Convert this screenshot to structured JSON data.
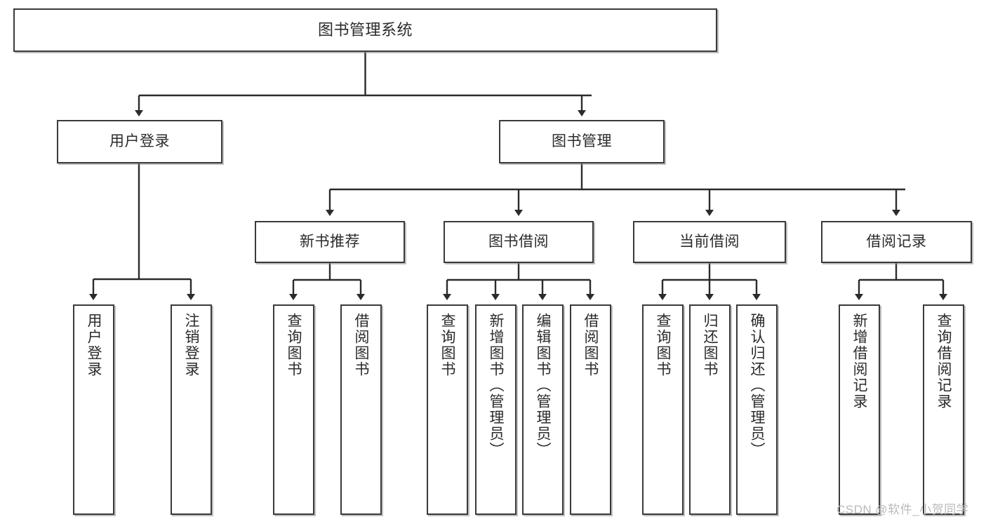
{
  "diagram": {
    "title": "图书管理系统",
    "type": "tree",
    "watermark": "CSDN @软件_小贺同学",
    "colors": {
      "background": "#ffffff",
      "node_border": "#3a3a3a",
      "node_fill": "#ffffff",
      "edge": "#2b2b2b",
      "text": "#2b2b2b",
      "watermark": "#b9b9b9"
    },
    "root": {
      "id": "root",
      "label": "图书管理系统"
    },
    "level2": [
      {
        "id": "user-login",
        "label": "用户登录"
      },
      {
        "id": "book-manage",
        "label": "图书管理"
      }
    ],
    "level3": [
      {
        "id": "new-book-rec",
        "label": "新书推荐"
      },
      {
        "id": "book-borrow",
        "label": "图书借阅"
      },
      {
        "id": "current-borrow",
        "label": "当前借阅"
      },
      {
        "id": "borrow-record",
        "label": "借阅记录"
      }
    ],
    "leaves": {
      "user_login": [
        {
          "id": "leaf-user-login",
          "label": "用户登录"
        },
        {
          "id": "leaf-logout-login",
          "label": "注销登录"
        }
      ],
      "new_book_rec": [
        {
          "id": "leaf-query-book-1",
          "label": "查询图书"
        },
        {
          "id": "leaf-borrow-book-1",
          "label": "借阅图书"
        }
      ],
      "book_borrow": [
        {
          "id": "leaf-query-book-2",
          "label": "查询图书"
        },
        {
          "id": "leaf-add-book",
          "label": "新增图书（管理员）"
        },
        {
          "id": "leaf-edit-book",
          "label": "编辑图书（管理员）"
        },
        {
          "id": "leaf-borrow-book-2",
          "label": "借阅图书"
        }
      ],
      "current_borrow": [
        {
          "id": "leaf-query-book-3",
          "label": "查询图书"
        },
        {
          "id": "leaf-return-book",
          "label": "归还图书"
        },
        {
          "id": "leaf-confirm-return",
          "label": "确认归还（管理员）"
        }
      ],
      "borrow_record": [
        {
          "id": "leaf-add-record",
          "label": "新增借阅记录"
        },
        {
          "id": "leaf-query-record",
          "label": "查询借阅记录"
        }
      ]
    }
  }
}
